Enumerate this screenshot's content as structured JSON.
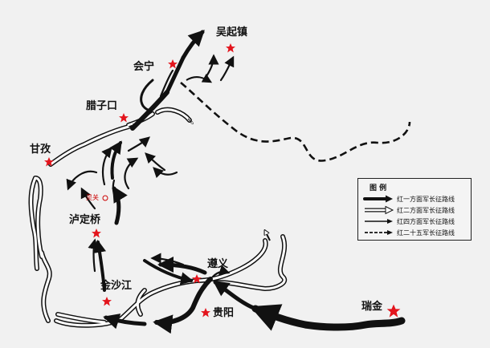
{
  "places": {
    "wuqizhen": "吴起镇",
    "huining": "会宁",
    "lazikou": "腊子口",
    "ganzi": "甘孜",
    "lingguan": "灵关",
    "ludingqiao": "泸定桥",
    "zunyi": "遵义",
    "jinshajiang": "金沙江",
    "guiyang": "贵阳",
    "ruijin": "瑞金"
  },
  "legend": {
    "title": "图  例",
    "items": [
      {
        "style": "thick-solid",
        "label": "红一方面军长征路线"
      },
      {
        "style": "hollow",
        "label": "红二方面军长征路线"
      },
      {
        "style": "thin-solid",
        "label": "红四方面军长征路线"
      },
      {
        "style": "dashed",
        "label": "红二十五军长征路线"
      }
    ]
  },
  "colors": {
    "background": "#f1f1f1",
    "route": "#111111",
    "star": "#e3141c"
  },
  "icons": [
    "star-icon",
    "arrow-icon"
  ]
}
